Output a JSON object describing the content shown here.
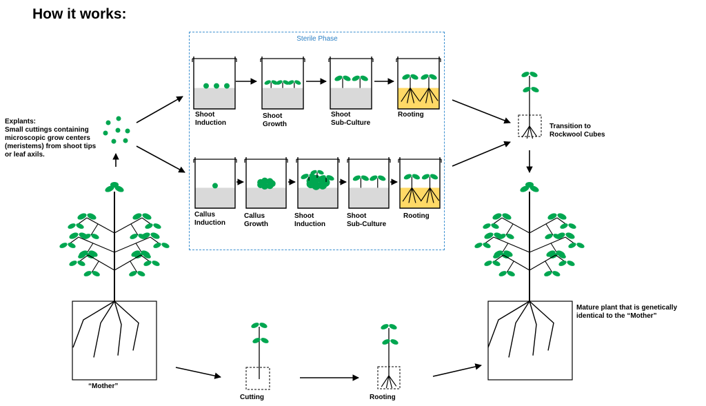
{
  "title": "How it works:",
  "sterile_phase_label": "Sterile Phase",
  "explants": {
    "heading": "Explants:",
    "description": "Small cuttings containing\nmicroscopic grow centers\n(meristems) from shoot tips\nor leaf axils."
  },
  "top_row": [
    "Shoot\nInduction",
    "Shoot\nGrowth",
    "Shoot\nSub-Culture",
    "Rooting"
  ],
  "bottom_row": [
    "Callus\nInduction",
    "Callus\nGrowth",
    "Shoot\nInduction",
    "Shoot\nSub-Culture",
    "Rooting"
  ],
  "transition_label": "Transition to\nRockwool Cubes",
  "mother_label": "“Mother”",
  "cutting_label": "Cutting",
  "rooting_label": "Rooting",
  "mature_label": "Mature plant that is genetically\nidentical to the “Mother”",
  "colors": {
    "leaf": "#00a650",
    "medium": "#d9d9d9",
    "rooting_medium": "#ffd966",
    "sterile_border": "#3a8fd0"
  }
}
